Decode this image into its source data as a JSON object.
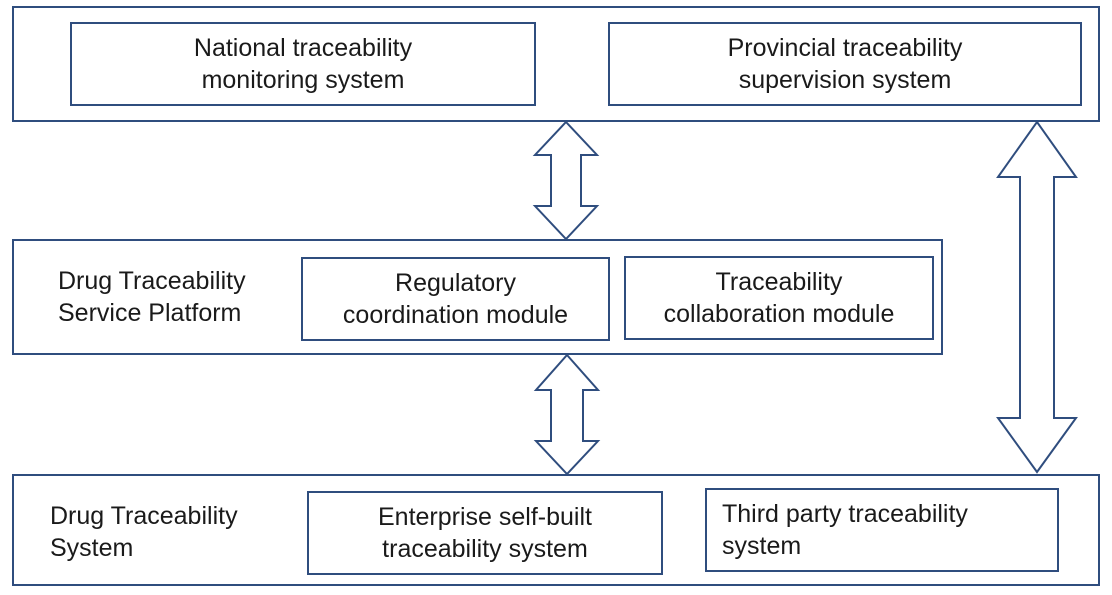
{
  "colors": {
    "border": "#2f4d7e",
    "text": "#1a1a1a",
    "background": "#ffffff"
  },
  "top_layer": {
    "national": [
      "National traceability",
      "monitoring system"
    ],
    "provincial": [
      "Provincial traceability",
      "supervision system"
    ]
  },
  "middle_layer": {
    "platform": [
      "Drug Traceability",
      "Service Platform"
    ],
    "regulatory": [
      "Regulatory",
      "coordination module"
    ],
    "collaboration": [
      "Traceability",
      "collaboration module"
    ]
  },
  "bottom_layer": {
    "system": [
      "Drug Traceability",
      "System"
    ],
    "enterprise": [
      "Enterprise self-built",
      "traceability system"
    ],
    "third_party": [
      "Third party traceability",
      "system"
    ]
  },
  "connectors": [
    {
      "from": "top-layer",
      "to": "middle-layer",
      "type": "bidirectional"
    },
    {
      "from": "middle-layer",
      "to": "bottom-layer",
      "type": "bidirectional"
    },
    {
      "from": "top-layer",
      "to": "bottom-layer",
      "type": "bidirectional"
    }
  ]
}
